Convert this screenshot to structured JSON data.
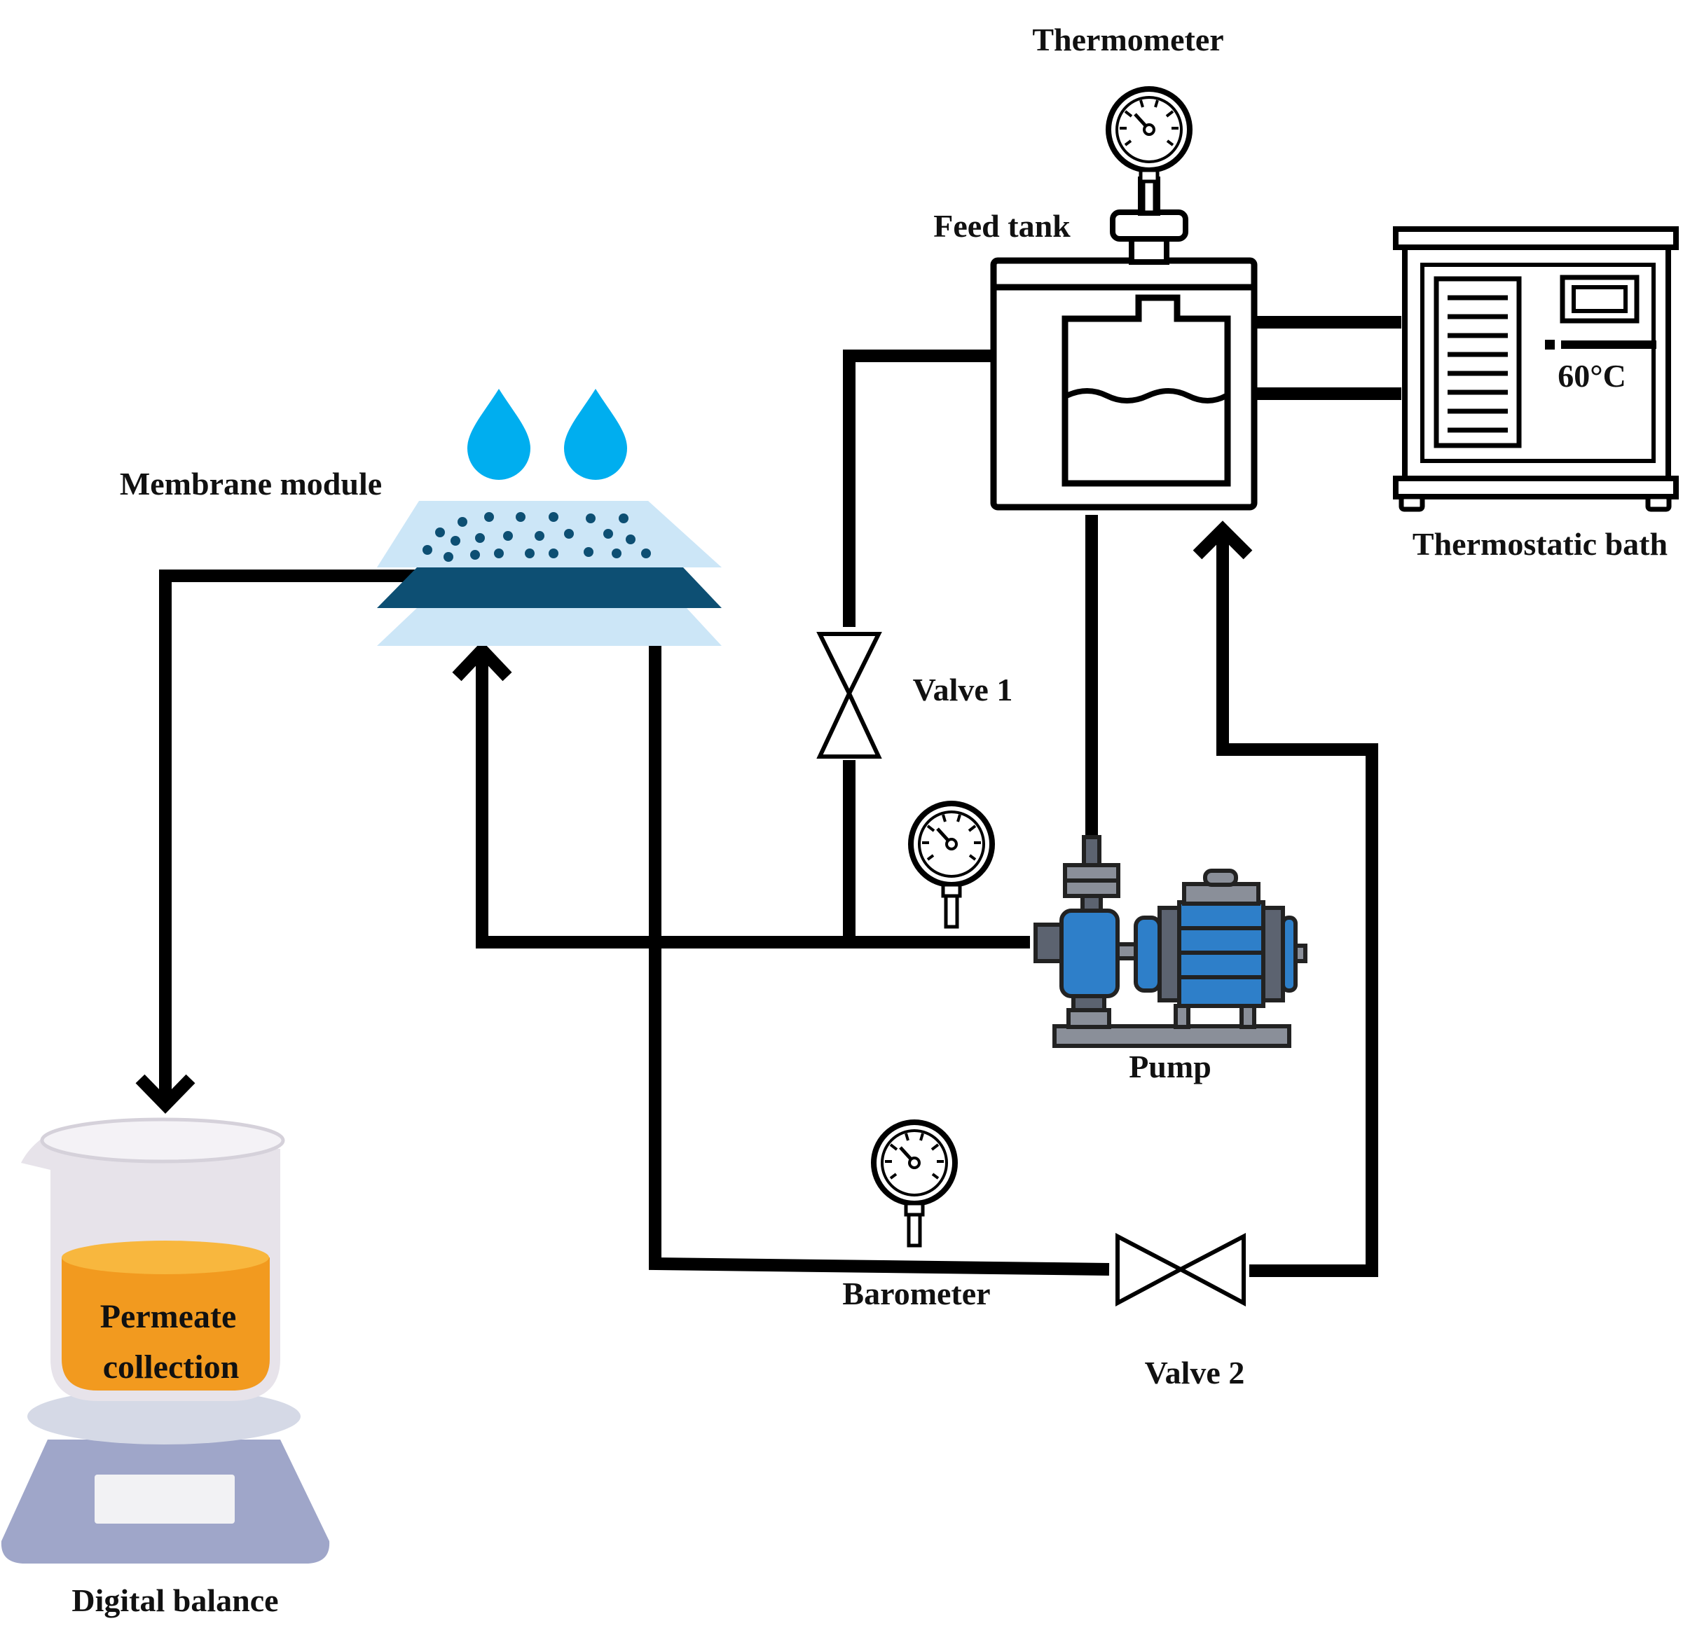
{
  "labels": {
    "thermometer": "Thermometer",
    "feed_tank": "Feed tank",
    "temperature": "60°C",
    "thermostatic_bath": "Thermostatic bath",
    "membrane_module": "Membrane module",
    "valve1": "Valve 1",
    "pump": "Pump",
    "barometer": "Barometer",
    "valve2": "Valve 2",
    "permeate_line1": "Permeate",
    "permeate_line2": "collection",
    "digital_balance": "Digital balance"
  },
  "colors": {
    "pipe": "#000000",
    "water_drop": "#00AEEF",
    "membrane_dark": "#0D4F73",
    "membrane_light": "#CCE6F7",
    "pump_blue": "#2E7FC9",
    "permeate": "#F29A1F",
    "balance": "#9FA6C9"
  }
}
